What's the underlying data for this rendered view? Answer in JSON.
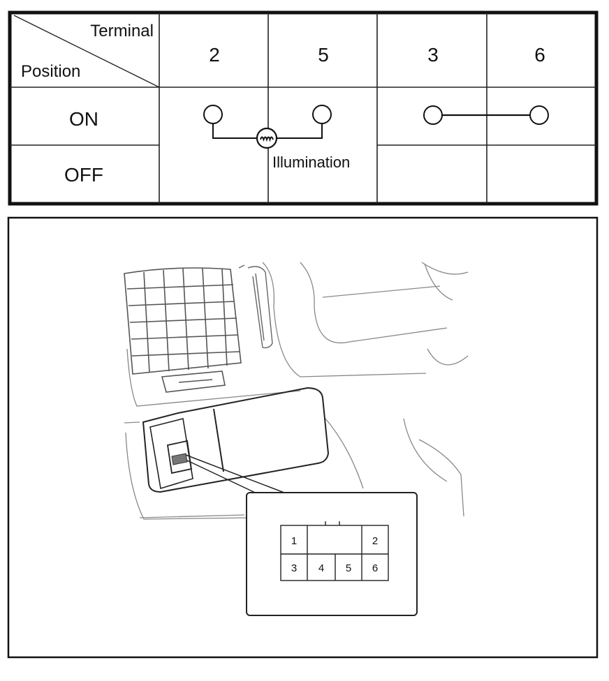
{
  "table": {
    "corner_terminal": "Terminal",
    "corner_position": "Position",
    "terminals": [
      "2",
      "5",
      "3",
      "6"
    ],
    "positions": [
      "ON",
      "OFF"
    ],
    "illumination_label": "Illumination"
  },
  "connector": {
    "pins": [
      "1",
      "2",
      "3",
      "4",
      "5",
      "6"
    ]
  }
}
